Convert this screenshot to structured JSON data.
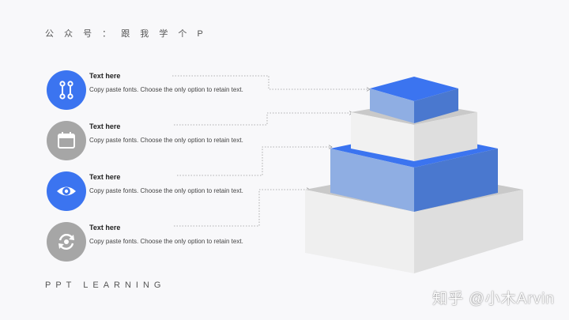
{
  "header": {
    "title": "公 众 号 ： 跟 我 学 个 P"
  },
  "footer": {
    "label": "PPT LEARNING"
  },
  "watermark": {
    "text": "知乎 @小木Arvin"
  },
  "colors": {
    "accent": "#3b74f0",
    "gray": "#a6a6a6",
    "pyramid_blue_light": "#8faee3",
    "pyramid_blue_dark": "#4a78cf"
  },
  "items": [
    {
      "title": "Text here",
      "desc": "Copy paste fonts. Choose the only option to retain text.",
      "icon": "branch-icon",
      "color": "#3b74f0"
    },
    {
      "title": "Text here",
      "desc": "Copy paste fonts. Choose the only option to retain text.",
      "icon": "calendar-icon",
      "color": "#a6a6a6"
    },
    {
      "title": "Text here",
      "desc": "Copy paste fonts. Choose the only option to retain text.",
      "icon": "eye-icon",
      "color": "#3b74f0"
    },
    {
      "title": "Text here",
      "desc": "Copy paste fonts. Choose the only option to retain text.",
      "icon": "refresh-icon",
      "color": "#a6a6a6"
    }
  ]
}
